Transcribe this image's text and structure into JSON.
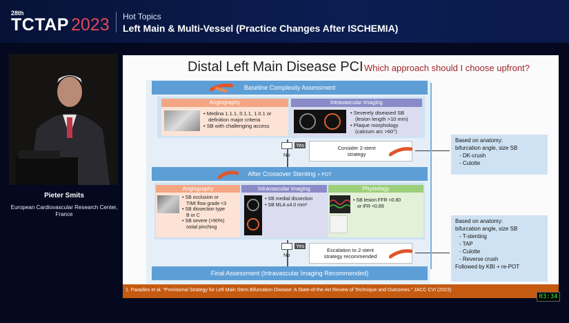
{
  "header": {
    "conference_ordinal": "28th",
    "conference_name": "TCTAP",
    "conference_year": "2023",
    "category": "Hot Topics",
    "session_title": "Left Main & Multi-Vessel (Practice Changes After ISCHEMIA)"
  },
  "speaker": {
    "name": "Pieter Smits",
    "affiliation_line1": "European Cardiovascular Research Center,",
    "affiliation_line2": "France"
  },
  "slide": {
    "title": "Distal Left Main Disease PCI",
    "subtitle": "Which approach should I choose upfront?",
    "baseline": {
      "heading": "Baseline Complexity Assessment",
      "angiography": {
        "heading": "Angiography",
        "items": [
          "• Medina 1.1.1, 0.1.1, 1.0.1 or",
          "definition major criteria",
          "• SB with challenging access"
        ]
      },
      "imaging": {
        "heading": "Intravascular imaging",
        "items": [
          "• Severely diseased SB",
          "(lesion length >10 mm)",
          "• Plaque morphology",
          "(calcium arc >60°)"
        ]
      }
    },
    "decision1": {
      "yes": "Yes",
      "no": "No",
      "action_line1": "Consider 2-stent",
      "action_line2": "strategy"
    },
    "crossover": {
      "heading": "After Crossover Stenting",
      "heading_suffix": "+ POT",
      "angiography": {
        "heading": "Angiography",
        "items": [
          "• SB occlusion or",
          "TIMI flow grade <3",
          "• SB dissection type",
          "B or C",
          "• SB severe (>90%)",
          "ostial pinching"
        ]
      },
      "imaging": {
        "heading": "Intravascular imaging",
        "items": [
          "• SB medial dissection",
          "• SB MLA ≤4.0  mm²"
        ]
      },
      "physiology": {
        "heading": "Physiology",
        "items": [
          "• SB lesion FFR <0.80",
          "or iFR <0.89"
        ]
      }
    },
    "decision2": {
      "yes": "Yes",
      "no": "No",
      "action_line1": "Escalation to 2-stent",
      "action_line2": "strategy recommended"
    },
    "final": {
      "heading": "Final Assessment (Intravascular Imaging Recommended)"
    },
    "side1": {
      "lines": [
        "Based on anatomy:",
        "bifurcation angle, size SB"
      ],
      "items": [
        "-     DK-crush",
        "-     Culotte"
      ]
    },
    "side2": {
      "lines": [
        "Based on anatomy:",
        "bifurcation angle, size SB"
      ],
      "items": [
        "-     T-stenting",
        "-     TAP",
        "-     Culotte",
        "-     Reverse crush"
      ],
      "footer": "Followed by KBI + re-POT"
    },
    "citation": "1.    Paradies et al. “Provisional Strategy for Left Main Stem Bifurcation Disease: A State-of-the-Art Review of Technique and Outcomes.” JACC CVI (2023)"
  },
  "timer": "03:34",
  "colors": {
    "band": "#5d9ed6",
    "panel": "#cfe2f3",
    "angio": "#f4a582",
    "imaging": "#8a8ac8",
    "physiology": "#9ccf7a",
    "accent": "#c55a11"
  }
}
